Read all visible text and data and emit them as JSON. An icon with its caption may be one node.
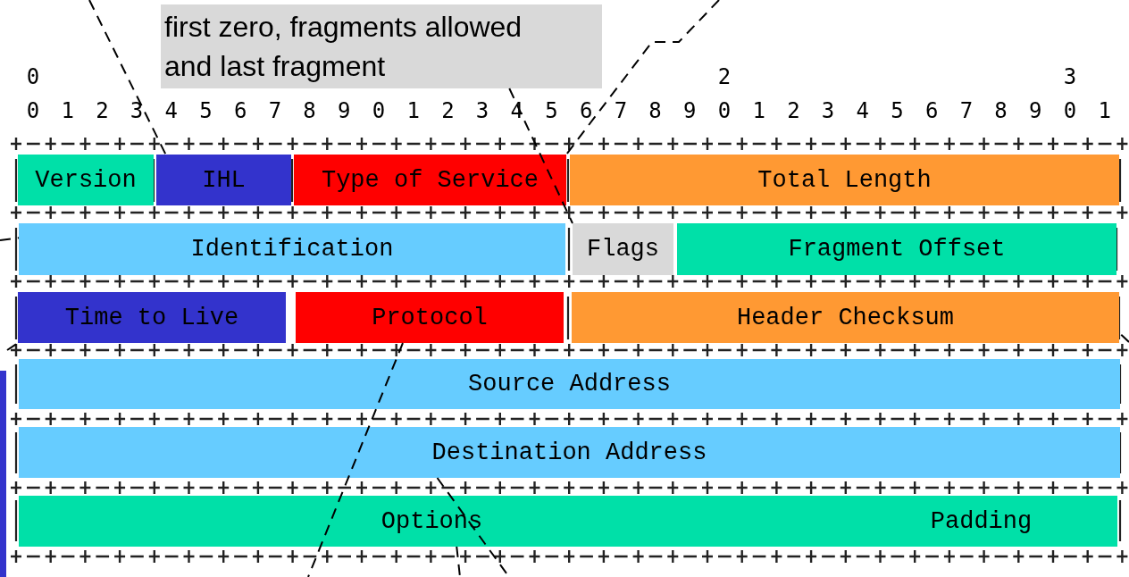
{
  "diagram": {
    "nodes": [
      {
        "text": [
          "first zero, fragments allowed and last fragment"
        ]
      },
      {
        "text": [
          "Version"
        ]
      },
      {
        "text": [
          "IHL"
        ]
      },
      {
        "text": [
          "Type of Service"
        ]
      },
      {
        "text": [
          "Total Length"
        ]
      },
      {
        "text": [
          "Identification"
        ]
      },
      {
        "text": [
          "Flags"
        ]
      },
      {
        "text": [
          "Fragment Offset"
        ]
      },
      {
        "text": [
          "Time to Live"
        ]
      },
      {
        "text": [
          "Protocol"
        ]
      },
      {
        "text": [
          "Header Checksum"
        ]
      },
      {
        "text": [
          "Source Address"
        ]
      },
      {
        "text": [
          "Destination Address"
        ]
      },
      {
        "text": [
          "Options"
        ]
      },
      {
        "text": [
          "Padding"
        ]
      }
    ],
    "edges": [
      {
        "from": 0,
        "to": 6,
        "arrow": "none",
        "style": "dashed"
      },
      {
        "from": null,
        "to": 2,
        "arrow": "none",
        "style": "dashed"
      },
      {
        "from": null,
        "to": 3,
        "arrow": "none",
        "style": "dashed"
      },
      {
        "from": null,
        "to": 5,
        "arrow": "none",
        "style": "dashed"
      },
      {
        "from": null,
        "to": 8,
        "arrow": "none",
        "style": "dashed"
      },
      {
        "from": null,
        "to": 10,
        "arrow": "none",
        "style": "dashed"
      },
      {
        "from": 9,
        "to": null,
        "arrow": "none",
        "style": "dashed"
      },
      {
        "from": 12,
        "to": null,
        "arrow": "none",
        "style": "dashed"
      },
      {
        "from": 13,
        "to": null,
        "arrow": "none",
        "style": "dashed"
      }
    ],
    "labels": [
      "0",
      "2",
      "3",
      "0",
      "1",
      "2",
      "3",
      "4",
      "5",
      "6",
      "7",
      "8",
      "9",
      "0",
      "1",
      "2",
      "3",
      "4",
      "5",
      "6",
      "7",
      "8",
      "9",
      "0",
      "1",
      "2",
      "3",
      "4",
      "5",
      "6",
      "7",
      "8",
      "9",
      "0",
      "1"
    ]
  }
}
